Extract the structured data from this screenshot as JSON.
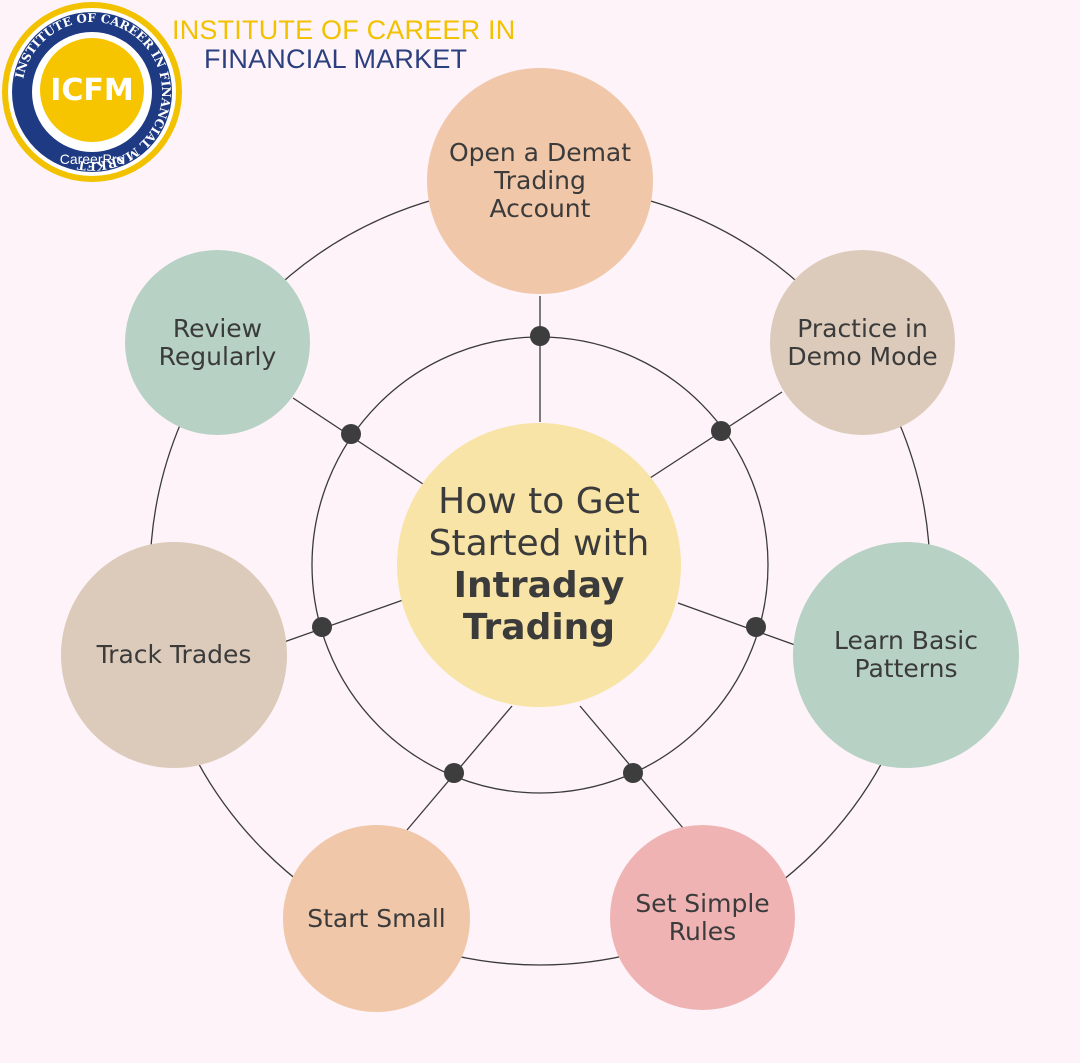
{
  "brand": {
    "line1": "INSTITUTE OF CAREER IN",
    "line2": "FINANCIAL MARKET",
    "logo_text": "ICFM",
    "logo_ring_text": "INSTITUTE OF CAREER IN FINANCIAL MARKET",
    "logo_sub": "CareerPro"
  },
  "center": {
    "line1": "How to Get",
    "line2": "Started with",
    "line3": "Intraday",
    "line4": "Trading"
  },
  "steps": [
    {
      "label": "Open a Demat Trading Account",
      "lines": [
        "Open a Demat",
        "Trading",
        "Account"
      ],
      "color": "#f1c7a9"
    },
    {
      "label": "Practice in Demo Mode",
      "lines": [
        "Practice in",
        "Demo Mode"
      ],
      "color": "#dccbba"
    },
    {
      "label": "Learn Basic Patterns",
      "lines": [
        "Learn Basic",
        "Patterns"
      ],
      "color": "#b7d1c4"
    },
    {
      "label": "Set Simple Rules",
      "lines": [
        "Set Simple",
        "Rules"
      ],
      "color": "#efb3b4"
    },
    {
      "label": "Start Small",
      "lines": [
        "Start Small"
      ],
      "color": "#f1c7a9"
    },
    {
      "label": "Track Trades",
      "lines": [
        "Track Trades"
      ],
      "color": "#dccbba"
    },
    {
      "label": "Review Regularly",
      "lines": [
        "Review",
        "Regularly"
      ],
      "color": "#b7d1c4"
    }
  ],
  "colors": {
    "background": "#fdf3f8",
    "center": "#f8e4a6",
    "line": "#3a3a3a",
    "dot": "#3d3d3d",
    "brand_yellow": "#f2c200",
    "brand_navy": "#2c3f7f"
  }
}
